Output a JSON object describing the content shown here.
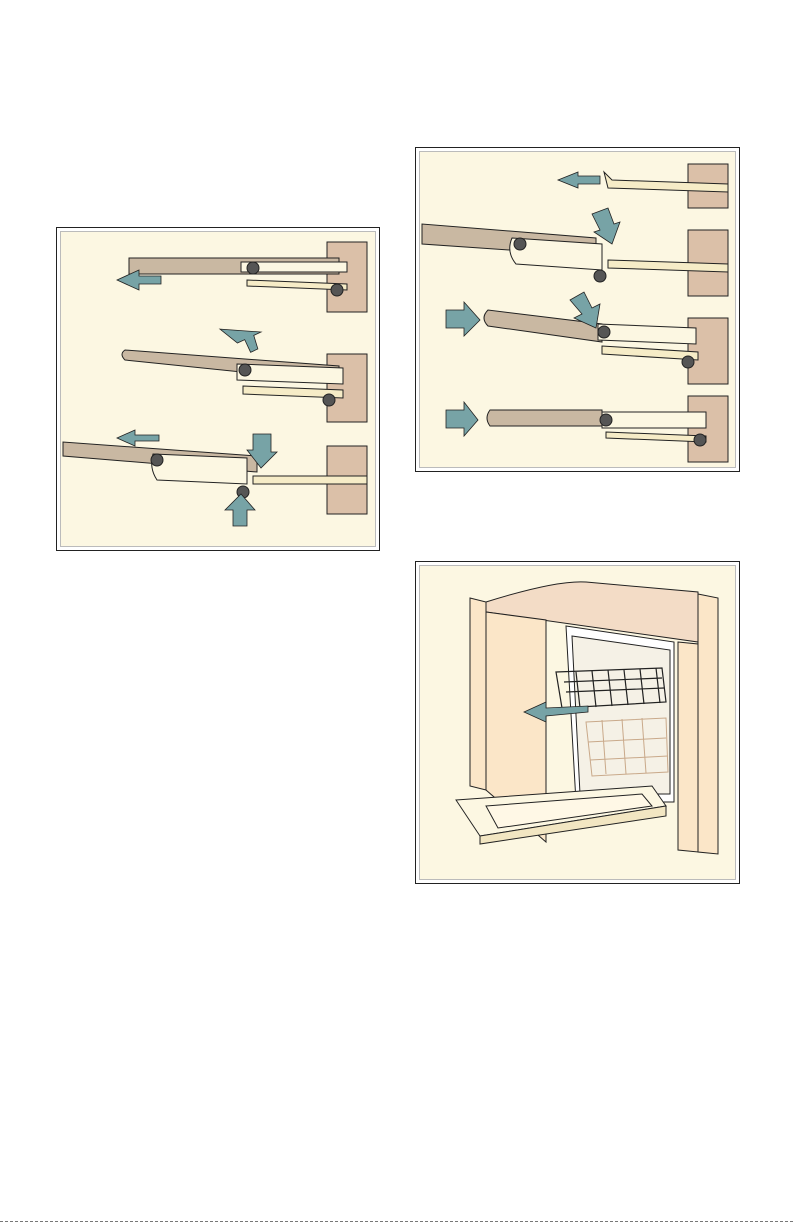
{
  "colors": {
    "panel_bg": "#fcf7e2",
    "arrow": "#77a3a6",
    "rail": "#c9b8a2",
    "rail_light": "#f6ecc7",
    "cabinet": "#dbc0a8",
    "outline": "#222222"
  },
  "figures": [
    {
      "id": "hinge-removal-steps",
      "icons": [
        "pull-left-arrow",
        "lift-up-arrow",
        "pull-left-arrow",
        "press-down-arrow",
        "press-up-arrow"
      ]
    },
    {
      "id": "hinge-install-steps",
      "icons": [
        "pull-left-arrow",
        "press-down-arrow",
        "push-right-arrow",
        "press-down-arrow",
        "push-right-arrow"
      ]
    },
    {
      "id": "dishwasher-rack-removal",
      "icons": [
        "pull-out-arrow"
      ]
    }
  ]
}
